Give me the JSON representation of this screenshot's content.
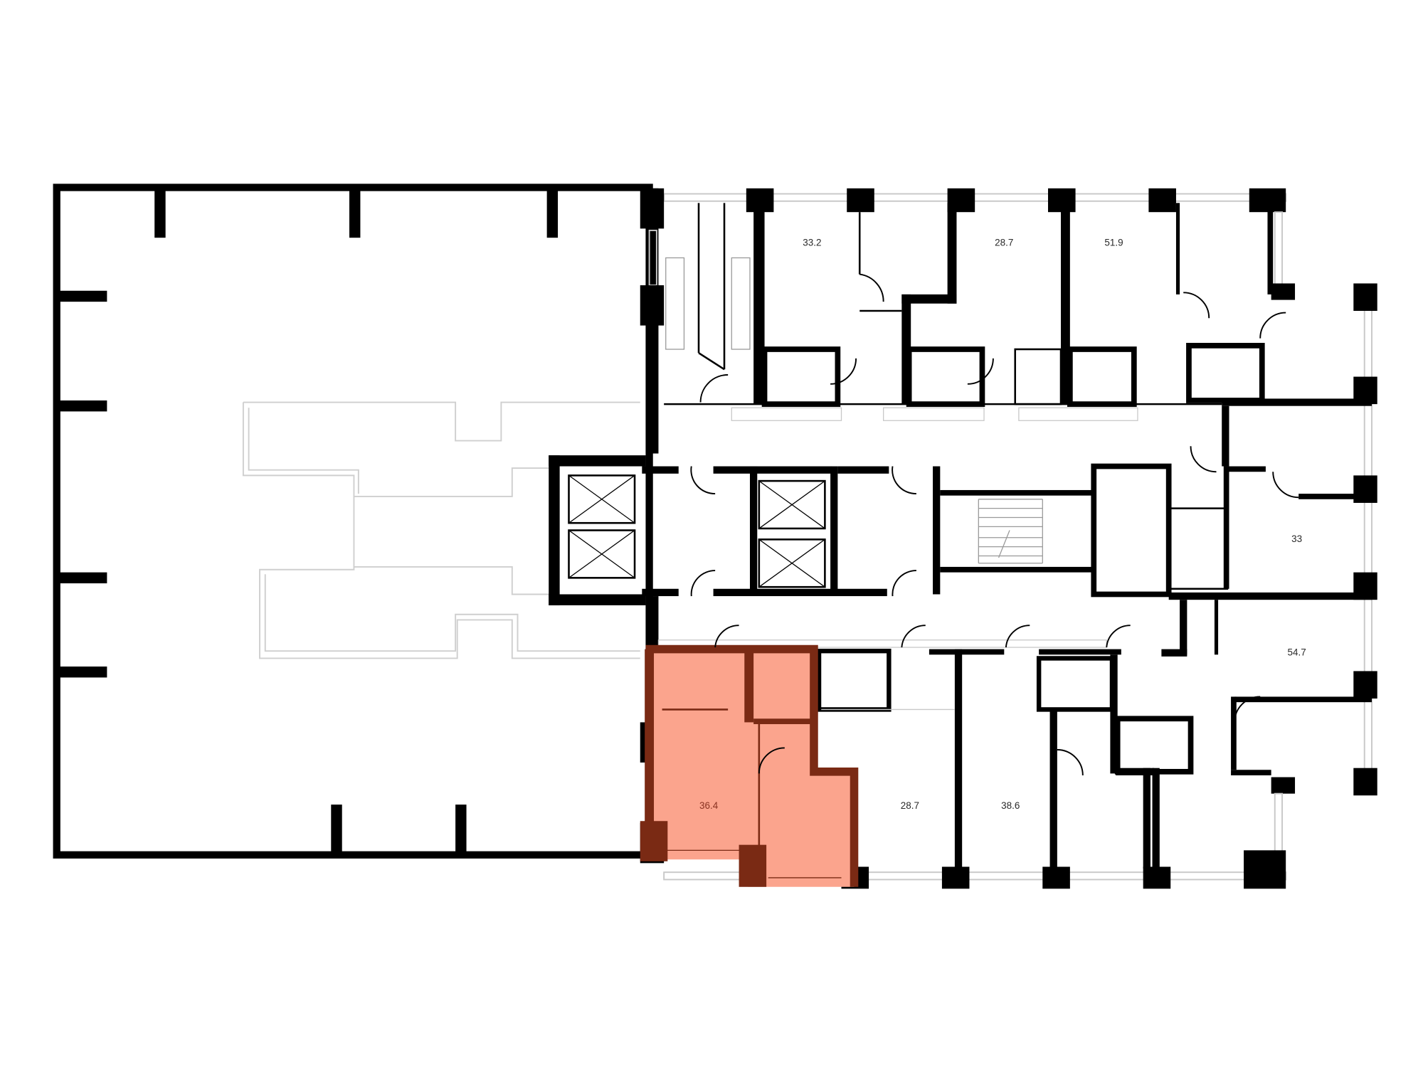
{
  "floorplan": {
    "colors": {
      "walls": "#000000",
      "selected_fill": "#fba48d",
      "selected_border": "#7a2a14",
      "thin_lines": "#c8c8c8"
    },
    "selected_apartment": "36.4",
    "apartments": [
      {
        "id": "apt-33-2",
        "area": "33.2"
      },
      {
        "id": "apt-28-7-north",
        "area": "28.7"
      },
      {
        "id": "apt-51-9",
        "area": "51.9"
      },
      {
        "id": "apt-33",
        "area": "33"
      },
      {
        "id": "apt-54-7",
        "area": "54.7"
      },
      {
        "id": "apt-36-4",
        "area": "36.4"
      },
      {
        "id": "apt-28-7-south",
        "area": "28.7"
      },
      {
        "id": "apt-38-6",
        "area": "38.6"
      }
    ]
  }
}
